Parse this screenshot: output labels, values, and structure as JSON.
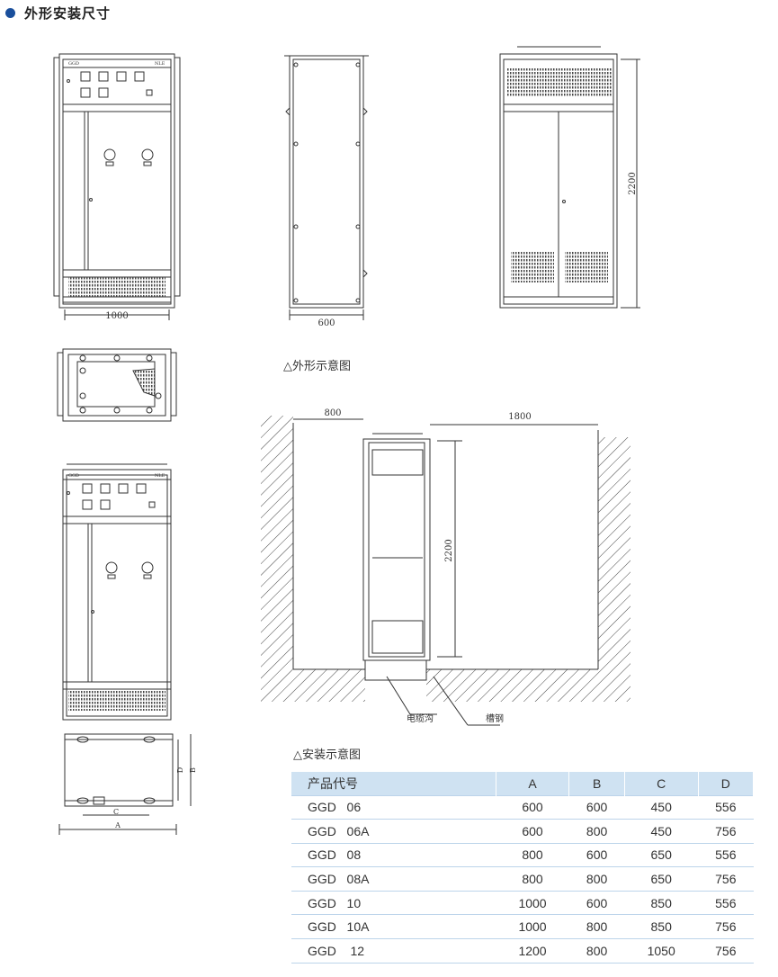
{
  "header": {
    "title": "外形安装尺寸"
  },
  "dimensions": {
    "front_width": "1000",
    "side_depth": "600",
    "rear_height": "2200",
    "left_clearance": "800",
    "right_clearance": "1800",
    "install_height": "2200",
    "base_a": "A",
    "base_b": "B",
    "base_c": "C",
    "base_d": "D"
  },
  "labels": {
    "panel_left": "GGD",
    "panel_right": "NLE",
    "cable_trench": "电缆沟",
    "channel_steel": "槽钢"
  },
  "captions": {
    "outline": "△外形示意图",
    "install": "△安装示意图"
  },
  "table": {
    "headers": [
      "产品代号",
      "A",
      "B",
      "C",
      "D"
    ],
    "rows": [
      [
        "GGD   06",
        "600",
        "600",
        "450",
        "556"
      ],
      [
        "GGD   06A",
        "600",
        "800",
        "450",
        "756"
      ],
      [
        "GGD   08",
        "800",
        "600",
        "650",
        "556"
      ],
      [
        "GGD   08A",
        "800",
        "800",
        "650",
        "756"
      ],
      [
        "GGD   10",
        "1000",
        "600",
        "850",
        "556"
      ],
      [
        "GGD   10A",
        "1000",
        "800",
        "850",
        "756"
      ],
      [
        "GGD    12",
        "1200",
        "800",
        "1050",
        "756"
      ]
    ]
  },
  "colors": {
    "bullet": "#1a4f9c",
    "table_header": "#cfe2f2",
    "line": "#333333"
  }
}
